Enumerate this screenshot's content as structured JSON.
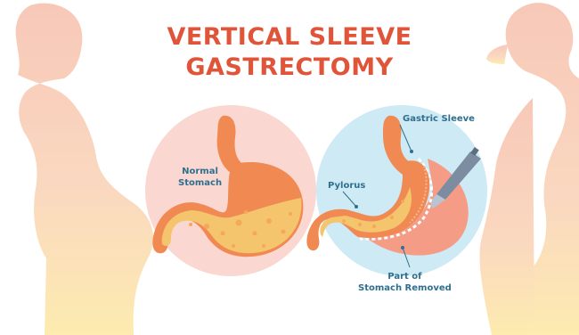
{
  "title": {
    "line1": "VERTICAL SLEEVE",
    "line2": "GASTRECTOMY"
  },
  "labels": {
    "normal_stomach": [
      "Normal",
      "Stomach"
    ],
    "gastric_sleeve": "Gastric Sleeve",
    "pylorus": "Pylorus",
    "part_removed": [
      "Part of",
      "Stomach Removed"
    ]
  },
  "colors": {
    "title": "#e0553a",
    "label": "#2f6f8f",
    "silhouette": "#f6c4b4",
    "silhouette_belly": "#fbe6a6",
    "left_circle": "#fad7d0",
    "right_circle": "#cdeaf5",
    "stomach": "#f08a52",
    "stomach_contents": "#f5c56d",
    "removed_part": "#f59c86",
    "surgical_tool": "#7c8da2"
  }
}
